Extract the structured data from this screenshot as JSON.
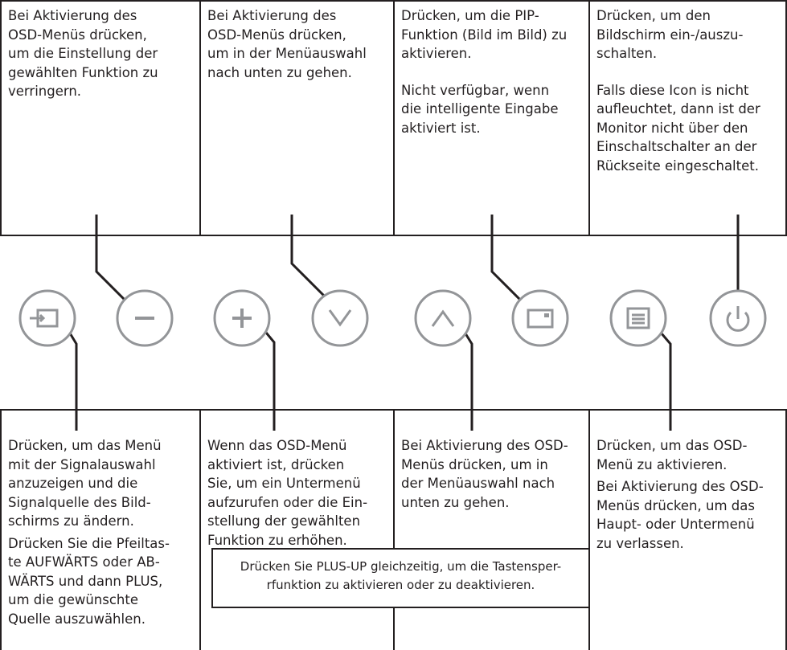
{
  "top_boxes": [
    {
      "paragraphs": [
        "Bei Aktivierung des\nOSD-Menüs drücken,\num die Einstellung der\ngewählten Funktion zu\nverringern."
      ]
    },
    {
      "paragraphs": [
        "Bei Aktivierung des\nOSD-Menüs drücken,\num in der Menüauswahl\nnach unten zu gehen."
      ]
    },
    {
      "paragraphs": [
        "Drücken, um die PIP-\nFunktion (Bild im Bild) zu\naktivieren.",
        "Nicht verfügbar, wenn\ndie intelligente Eingabe\naktiviert ist."
      ]
    },
    {
      "paragraphs": [
        "Drücken, um den\nBildschirm ein-/auszu-\nschalten.",
        "Falls diese Icon is nicht\naufleuchtet, dann ist der\nMonitor nicht über den\nEinschaltschalter an der\nRückseite eingeschaltet."
      ]
    }
  ],
  "bottom_boxes": [
    {
      "paragraphs": [
        "Drücken, um das Menü\nmit der Signalauswahl\nanzuzeigen und die\nSignalquelle des Bild-\nschirms zu ändern.",
        "Drücken Sie die Pfeiltas-\nte AUFWÄRTS oder AB-\nWÄRTS und dann PLUS,\num die gewünschte\nQuelle auszuwählen."
      ]
    },
    {
      "paragraphs": [
        "Wenn das OSD-Menü\naktiviert ist, drücken\nSie, um ein Untermenü\naufzurufen oder die Ein-\nstellung der gewählten\nFunktion zu erhöhen."
      ]
    },
    {
      "paragraphs": [
        "Bei Aktivierung des OSD-\nMenüs drücken, um in\nder Menüauswahl nach\nunten zu gehen."
      ]
    },
    {
      "paragraphs": [
        "Drücken, um das OSD-\nMenü zu aktivieren.",
        "Bei Aktivierung des OSD-\nMenüs drücken, um das\nHaupt- oder Untermenü\nzu verlassen."
      ]
    }
  ],
  "note": "Drücken Sie PLUS-UP gleichzeitig, um die Tastensper-\nrfunktion zu aktivieren oder zu deaktivieren.",
  "buttons": [
    {
      "name": "input-select-button",
      "icon": "input-icon"
    },
    {
      "name": "minus-button",
      "icon": "minus-icon"
    },
    {
      "name": "plus-button",
      "icon": "plus-icon"
    },
    {
      "name": "down-button",
      "icon": "chevron-down-icon"
    },
    {
      "name": "up-button",
      "icon": "chevron-up-icon"
    },
    {
      "name": "pip-button",
      "icon": "pip-icon"
    },
    {
      "name": "menu-button",
      "icon": "menu-icon"
    },
    {
      "name": "power-button",
      "icon": "power-icon"
    }
  ],
  "colors": {
    "line": "#231f20",
    "button_ring": "#939598"
  }
}
